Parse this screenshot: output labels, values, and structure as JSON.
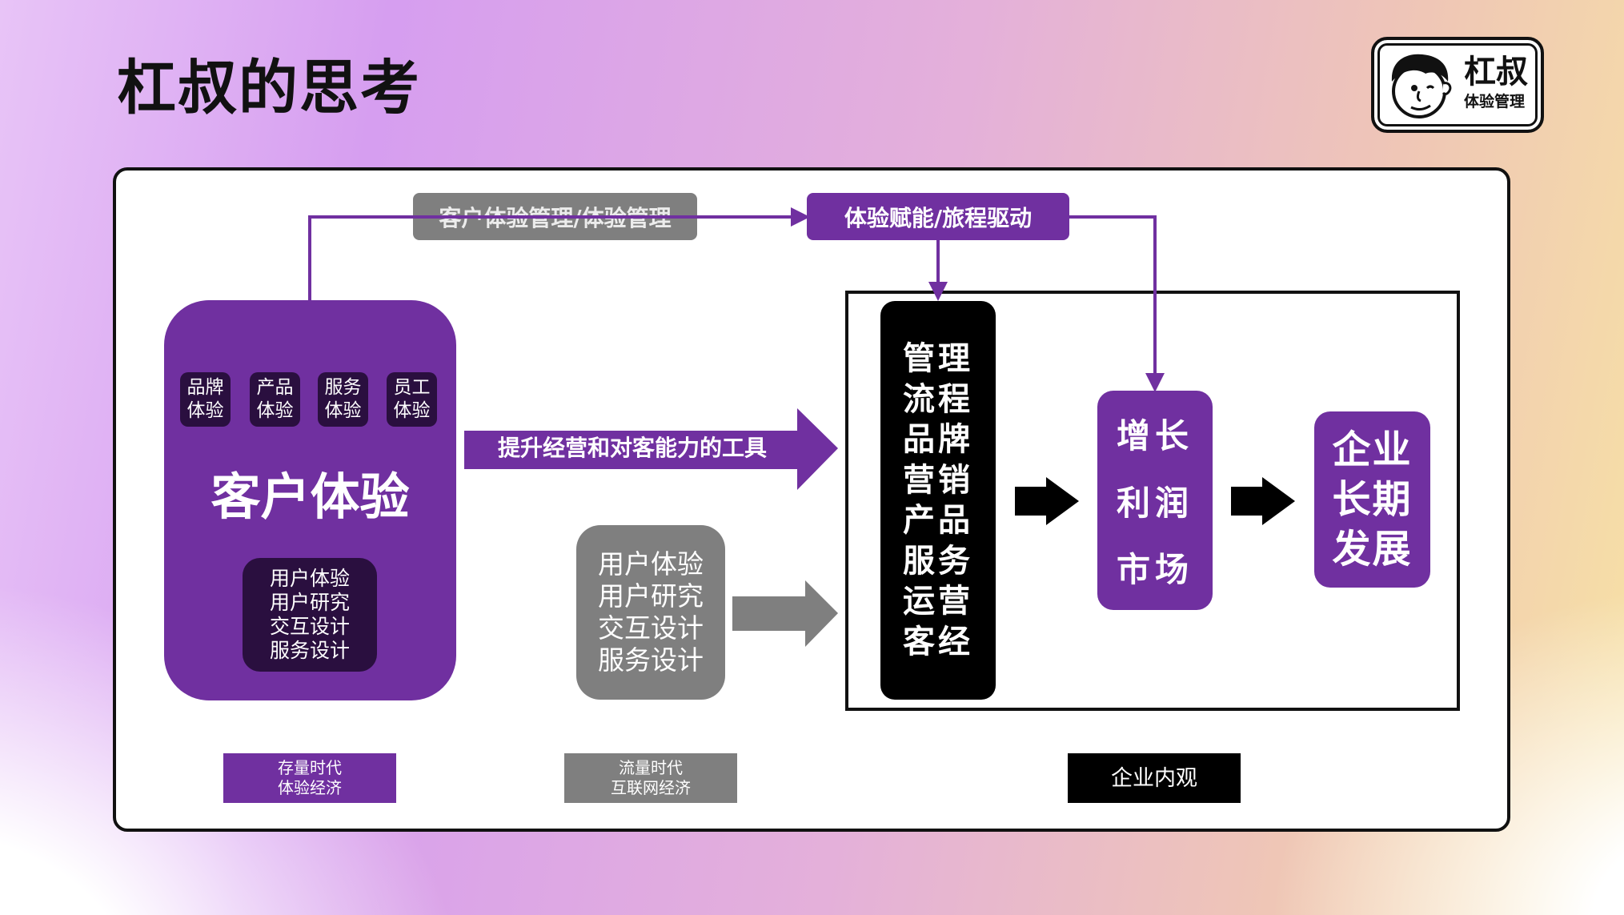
{
  "title": "杠叔的思考",
  "logo": {
    "name": "杠叔",
    "sub": "体验管理",
    "icon": "cartoon-face-icon"
  },
  "top_labels": {
    "cx_management": "客户体验管理/体验管理",
    "empowerment": "体验赋能/旅程驱动"
  },
  "customer_experience": {
    "chips": [
      {
        "line1": "品牌",
        "line2": "体验"
      },
      {
        "line1": "产品",
        "line2": "体验"
      },
      {
        "line1": "服务",
        "line2": "体验"
      },
      {
        "line1": "员工",
        "line2": "体验"
      }
    ],
    "title": "客户体验",
    "sub_items": [
      "用户体验",
      "用户研究",
      "交互设计",
      "服务设计"
    ]
  },
  "tool_arrow_label": "提升经营和对客能力的工具",
  "traffic_box_items": [
    "用户体验",
    "用户研究",
    "交互设计",
    "服务设计"
  ],
  "enterprise_items": [
    "管理",
    "流程",
    "品牌",
    "营销",
    "产品",
    "服务",
    "运营",
    "客经"
  ],
  "growth_items": [
    "增长",
    "利润",
    "市场"
  ],
  "long_term_items": [
    "企业",
    "长期",
    "发展"
  ],
  "footer_labels": {
    "stock_era": [
      "存量时代",
      "体验经济"
    ],
    "traffic_era": [
      "流量时代",
      "互联网经济"
    ],
    "enterprise_view": "企业内观"
  },
  "colors": {
    "purple": "#7030a0",
    "dark_purple": "#2a0f3f",
    "gray": "#7f7f7f",
    "black": "#000000"
  }
}
